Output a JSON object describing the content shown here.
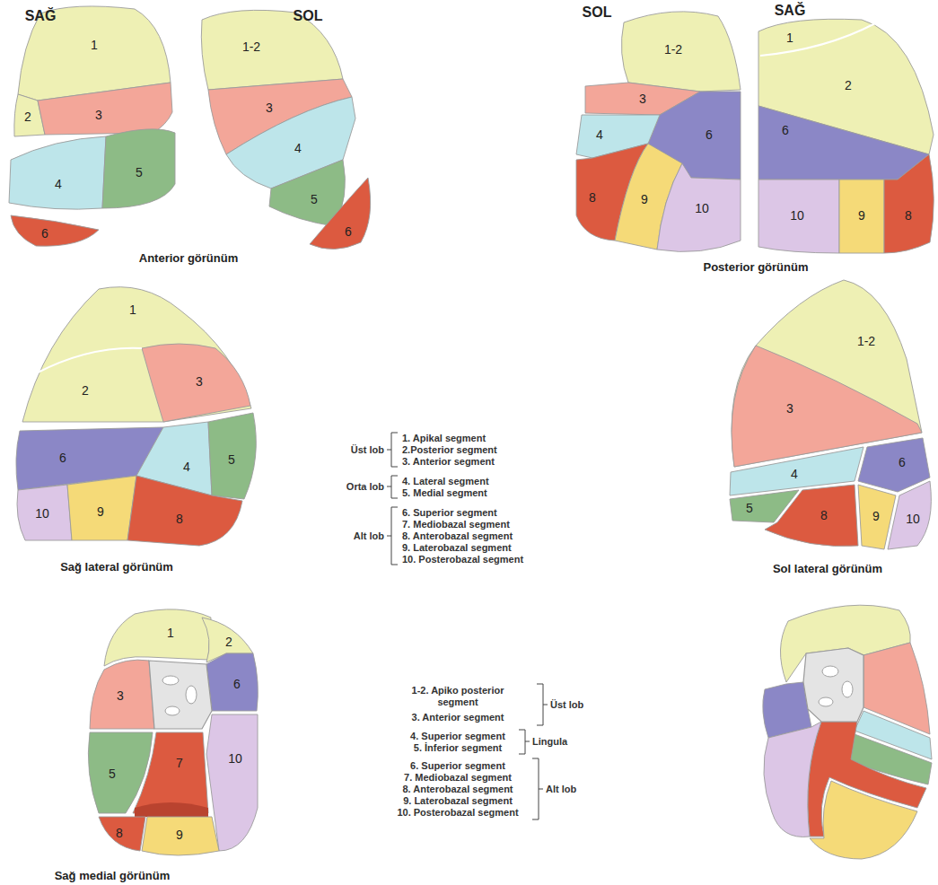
{
  "diagram": {
    "labels": [
      "SAĞ",
      "SOL",
      "1",
      "2",
      "3",
      "4",
      "5",
      "6",
      "1-2",
      "3",
      "4",
      "5",
      "6",
      "Anterior görünüm",
      "SOL",
      "SAĞ",
      "1-2",
      "3",
      "4",
      "6",
      "8",
      "9",
      "10",
      "1",
      "2",
      "6",
      "10",
      "9",
      "8",
      "Posterior görünüm",
      "Üst lob",
      "1. Apikal segment",
      "2.Posterior segment",
      "3. Anterior segment",
      "Orta lob",
      "4. Lateral segment",
      "5. Medial segment",
      "Alt lob",
      "6. Superior segment",
      "7. Mediobazal segment",
      "8. Anterobazal segment",
      "9. Laterobazal segment",
      "10. Posterobazal segment",
      "1",
      "2",
      "3",
      "6",
      "4",
      "5",
      "10",
      "9",
      "8",
      "Sağ lateral görünüm",
      "1-2",
      "3",
      "4",
      "6",
      "5",
      "8",
      "9",
      "10",
      "Sol lateral görünüm",
      "1",
      "2",
      "3",
      "6",
      "10",
      "5",
      "7",
      "8",
      "9",
      "Sağ medial görünüm",
      "1-2. Apiko posterior segment",
      "3. Anterior segment",
      "Üst lob",
      "4. Superior segment",
      "5. İnferior segment",
      "Lingula",
      "6. Superior segment",
      "7. Mediobazal segment",
      "8. Anterobazal segment",
      "9. Laterobazal segment",
      "10. Posterobazal segment",
      "Alt lob"
    ]
  }
}
